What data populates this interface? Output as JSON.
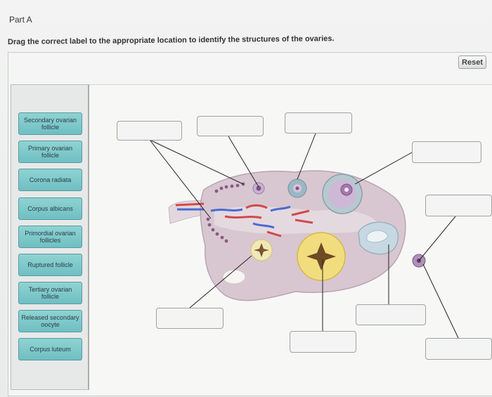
{
  "header": {
    "part_title": "Part A",
    "prompt": "Drag the correct label to the appropriate location to identify the structures of the ovaries."
  },
  "toolbar": {
    "reset_label": "Reset"
  },
  "labels": [
    "Secondary ovarian follicle",
    "Primary ovarian follicle",
    "Corona radiata",
    "Corpus albicans",
    "Primordial ovarian follicles",
    "Ruptured follicle",
    "Tertiary ovarian follicle",
    "Released secondary oocyte",
    "Corpus luteum"
  ],
  "colors": {
    "label_fill": "#7fc9cb",
    "label_border": "#5a9aa6",
    "ovary_tissue": "#d9c9d2"
  }
}
